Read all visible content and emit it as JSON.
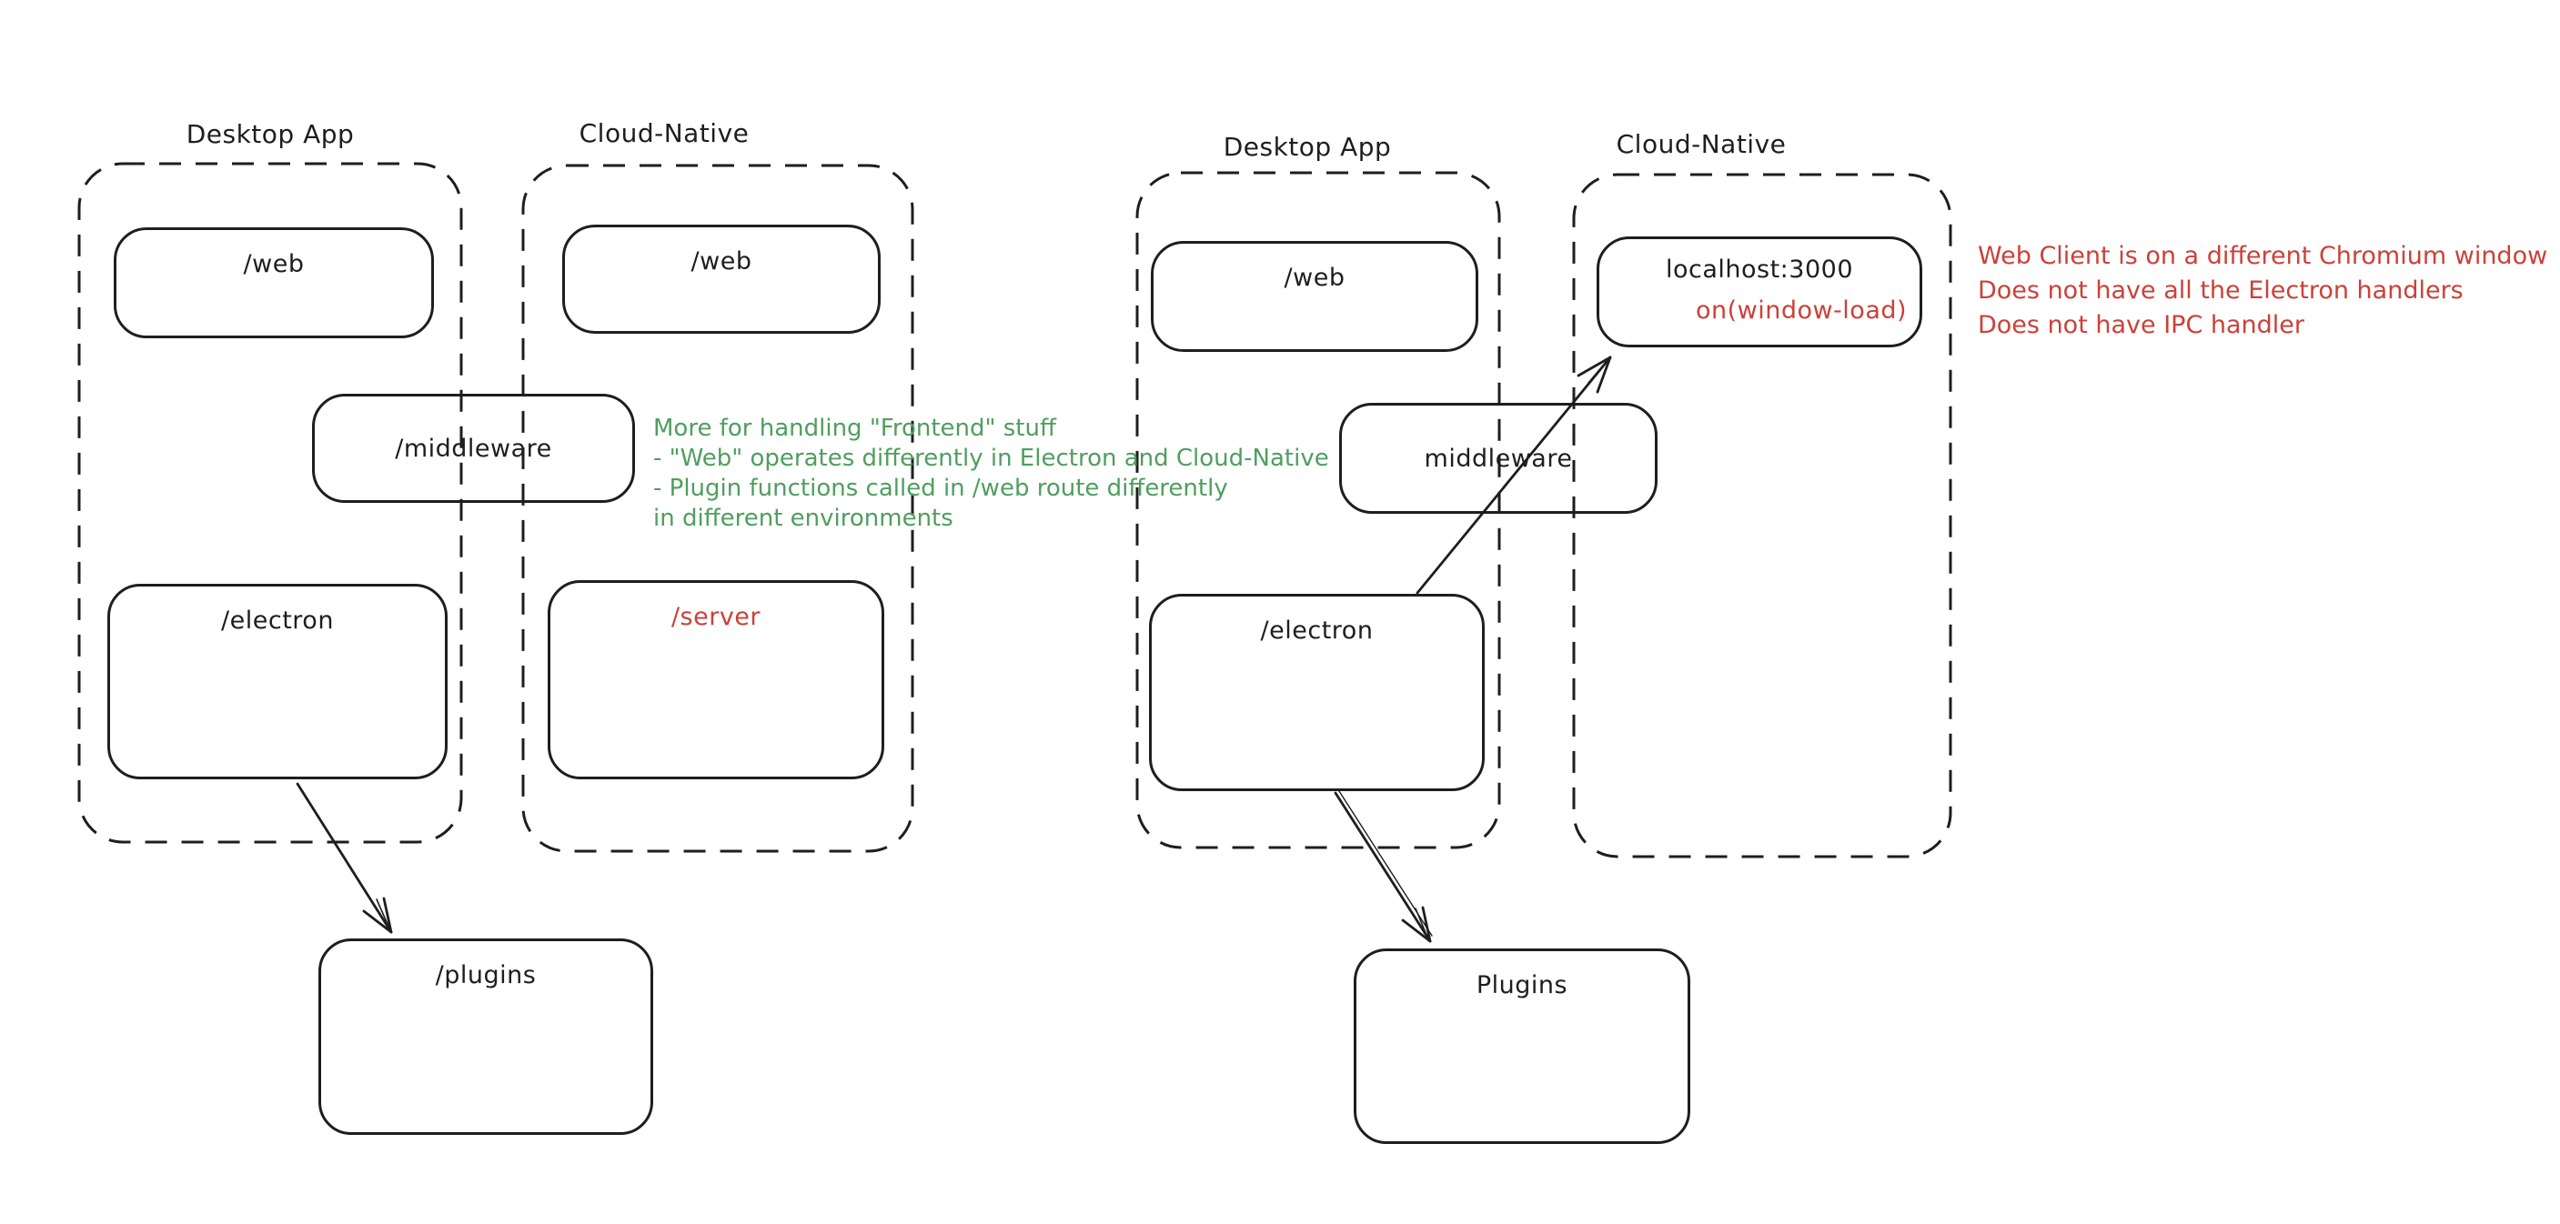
{
  "colors": {
    "ink": "#1e1e1e",
    "red": "#cb4139",
    "green": "#4f9e5f",
    "background": "#ffffff"
  },
  "left": {
    "desktop_label": "Desktop App",
    "cloud_label": "Cloud-Native",
    "boxes": {
      "web_desktop": "/web",
      "web_cloud": "/web",
      "middleware": "/middleware",
      "electron": "/electron",
      "server": "/server",
      "plugins": "/plugins"
    },
    "note": {
      "lines": [
        "More for handling \"Frontend\" stuff",
        "- \"Web\" operates differently in Electron and Cloud-Native",
        "- Plugin functions called in /web route differently",
        "in different environments"
      ]
    }
  },
  "right": {
    "desktop_label": "Desktop App",
    "cloud_label": "Cloud-Native",
    "boxes": {
      "web": "/web",
      "middleware": "middleware",
      "electron": "/electron",
      "localhost": "localhost:3000",
      "localhost_event": "on(window-load)",
      "plugins": "Plugins"
    },
    "note": {
      "lines": [
        "Web Client is on a different Chromium window",
        "Does not have all the Electron handlers",
        "Does not have IPC handler"
      ]
    }
  }
}
